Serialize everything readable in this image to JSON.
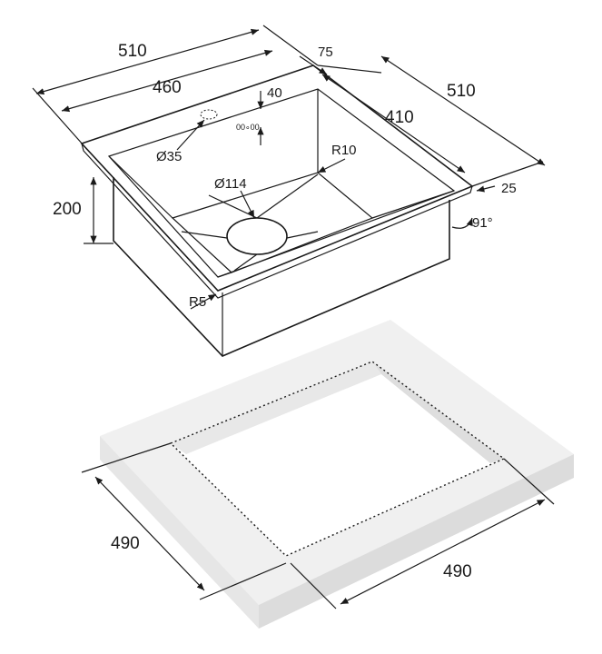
{
  "drawing": {
    "width_outer": "510",
    "width_inner": "460",
    "depth_outer": "510",
    "depth_inner": "410",
    "faucet_offset": "75",
    "faucet_hole_dist": "40",
    "faucet_hole_diameter": "Ø35",
    "corner_radius": "R10",
    "drain_diameter": "Ø114",
    "bowl_depth": "200",
    "rim_thickness": "25",
    "rim_angle": "91°",
    "rim_radius": "R5",
    "cutout_width": "490",
    "cutout_depth": "490"
  },
  "colors": {
    "line": "#1a1a1a",
    "countertop_top": "#f0f0f0",
    "countertop_side": "#e2e2e2"
  }
}
